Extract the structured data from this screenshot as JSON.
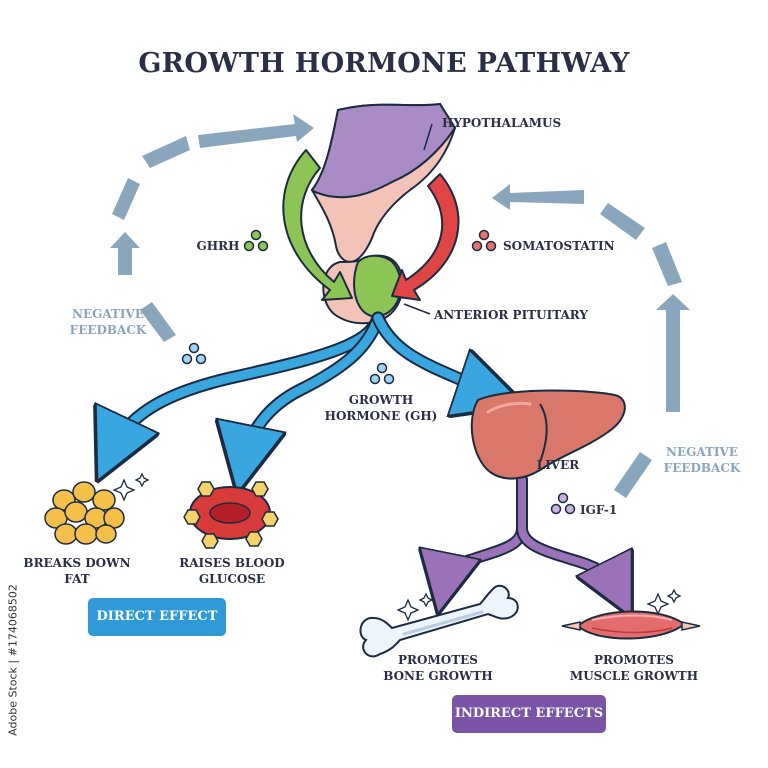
{
  "title": "GROWTH HORMONE PATHWAY",
  "labels": {
    "hypothalamus": "HYPOTHALAMUS",
    "ghrh": "GHRH",
    "somatostatin": "SOMATOSTATIN",
    "anterior_pituitary": "ANTERIOR PITUITARY",
    "negative_feedback_left": "NEGATIVE\nFEEDBACK",
    "negative_feedback_right": "NEGATIVE\nFEEDBACK",
    "growth_hormone": "GROWTH\nHORMONE (GH)",
    "liver": "LIVER",
    "igf1": "IGF-1",
    "breaks_down_fat": "BREAKS DOWN\nFAT",
    "raises_blood_glucose": "RAISES BLOOD\nGLUCOSE",
    "promotes_bone_growth": "PROMOTES\nBONE GROWTH",
    "promotes_muscle_growth": "PROMOTES\nMUSCLE GROWTH"
  },
  "badges": {
    "direct_effect": "DIRECT EFFECT",
    "indirect_effects": "INDIRECT EFFECTS"
  },
  "credit": "Adobe Stock | #174068502",
  "colors": {
    "title": "#2b2f45",
    "feedback_arrow": "#8aa6bd",
    "gh_arrow": "#3aa6e0",
    "ghrh_arrow": "#8cc456",
    "somatostatin_arrow": "#e04646",
    "igf_arrow": "#9b72b8",
    "direct_badge": "#2f9ad6",
    "indirect_badge": "#7a54a6",
    "hypothalamus": "#a98bc6",
    "pituitary": "#8cc456",
    "liver": "#d9776b"
  }
}
